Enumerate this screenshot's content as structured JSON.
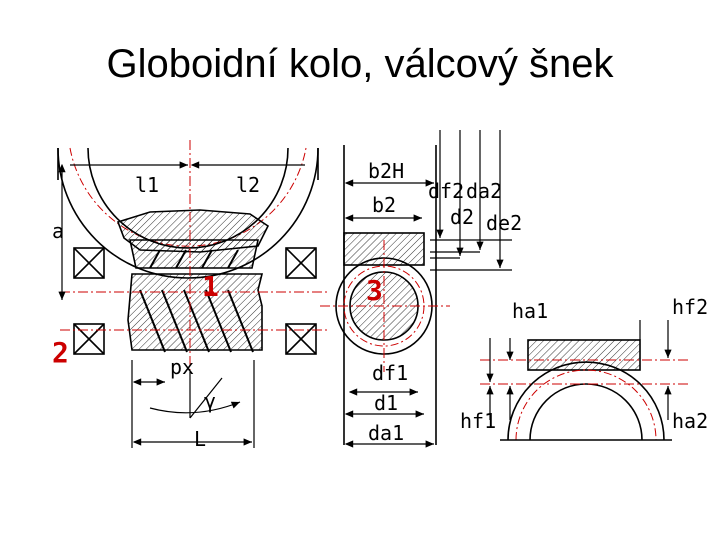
{
  "title": "Globoidní kolo, válcový šnek",
  "labels": {
    "l1": "l1",
    "l2": "l2",
    "a": "a",
    "one": "1",
    "two": "2",
    "px": "px",
    "gamma": "γ",
    "L": "L",
    "b2H": "b2H",
    "b2": "b2",
    "three": "3",
    "df1": "df1",
    "d1": "d1",
    "da1": "da1",
    "df2": "df2",
    "da2": "da2",
    "d2": "d2",
    "de2": "de2",
    "ha1": "ha1",
    "hf2": "hf2",
    "hf1": "hf1",
    "ha2": "ha2"
  },
  "colors": {
    "ink": "#000000",
    "center": "#cc0000",
    "callout": "#cc0000",
    "hatch": "#000000"
  }
}
